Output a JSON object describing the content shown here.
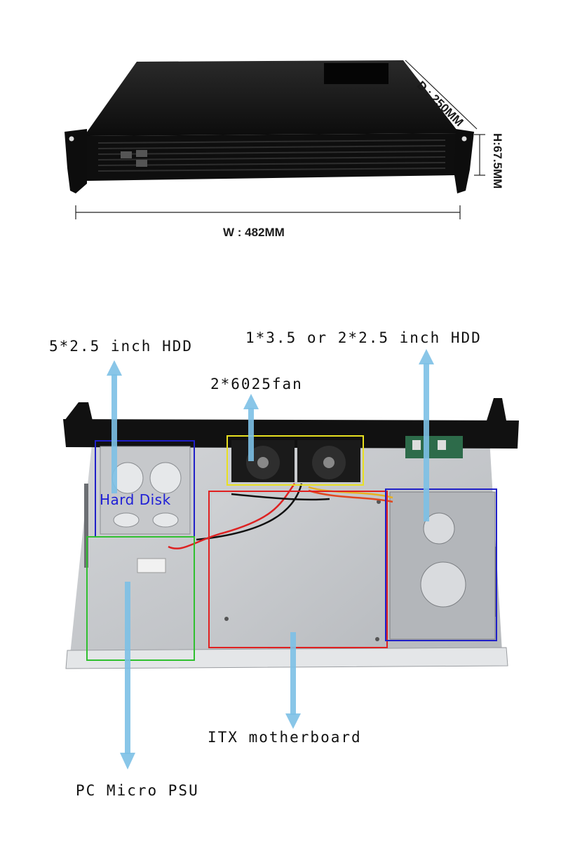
{
  "dimensions": {
    "width_label": "W : 482MM",
    "depth_label": "D : 250MM",
    "height_label": "H:67.5MM"
  },
  "callouts": {
    "hdd_25": "5*2.5 inch HDD",
    "hdd_35": "1*3.5 or 2*2.5 inch HDD",
    "fan": "2*6025fan",
    "hard_disk": "Hard Disk",
    "motherboard": "ITX motherboard",
    "psu": "PC Micro PSU"
  },
  "colors": {
    "arrow": "#7cc0e6",
    "box_hdd": "#2020c8",
    "box_fan": "#e8e020",
    "box_mb": "#e02020",
    "box_psu": "#30c030",
    "box_right_hdd": "#2020c8",
    "chassis_dark": "#111111",
    "tray": "#c8cacd"
  }
}
